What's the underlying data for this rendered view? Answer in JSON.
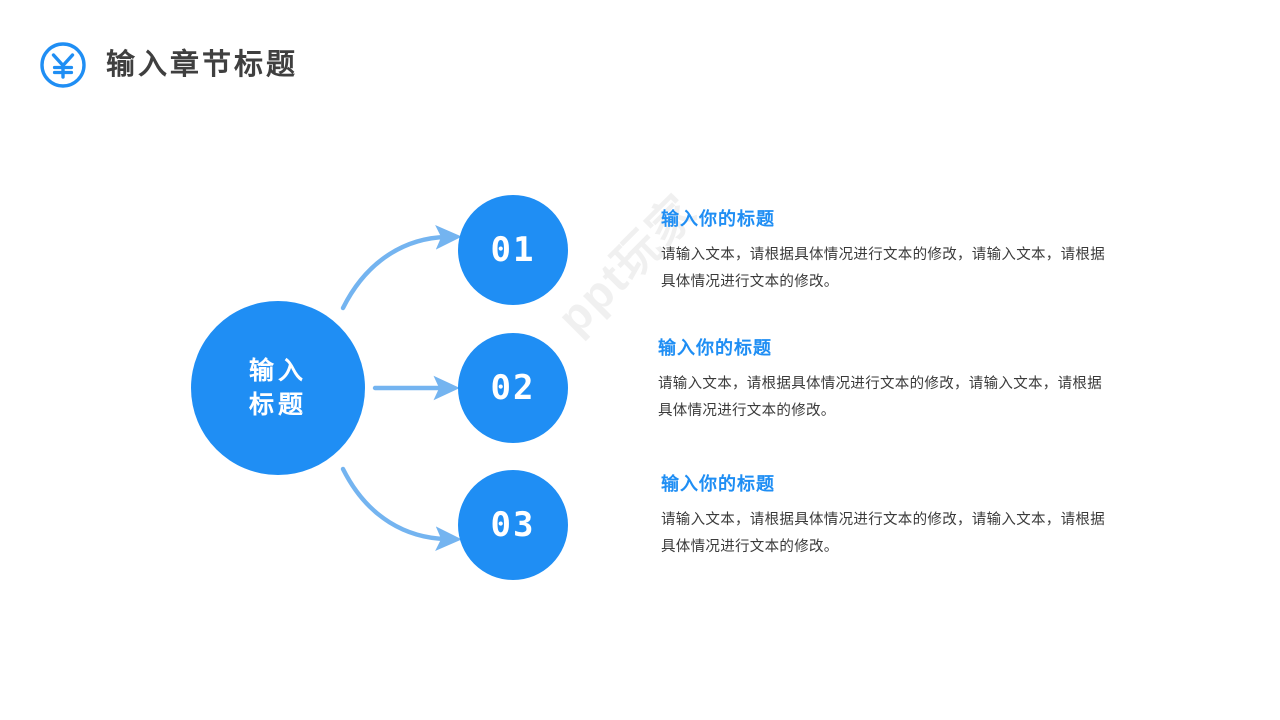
{
  "header": {
    "icon": "yen-circle-icon",
    "title": "输入章节标题",
    "title_color": "#3f3f3f",
    "icon_color": "#1f8ef4"
  },
  "colors": {
    "primary_blue": "#1f8ef4",
    "arrow_blue": "#74b4f0",
    "body_text": "#3a3a3a",
    "watermark": "#f0f0f0",
    "background": "#ffffff"
  },
  "diagram": {
    "hub": {
      "label_line_1": "输入",
      "label_line_2": "标题"
    },
    "nodes": [
      {
        "number": "01",
        "arrow": "curve-up-right-arrow"
      },
      {
        "number": "02",
        "arrow": "straight-right-arrow"
      },
      {
        "number": "03",
        "arrow": "curve-down-right-arrow"
      }
    ]
  },
  "content_blocks": [
    {
      "title": "输入你的标题",
      "body": "请输入文本，请根据具体情况进行文本的修改，请输入文本，请根据具体情况进行文本的修改。"
    },
    {
      "title": "输入你的标题",
      "body": "请输入文本，请根据具体情况进行文本的修改，请输入文本，请根据具体情况进行文本的修改。"
    },
    {
      "title": "输入你的标题",
      "body": "请输入文本，请根据具体情况进行文本的修改，请输入文本，请根据具体情况进行文本的修改。"
    }
  ],
  "watermark": {
    "text": "ppt玩家"
  }
}
